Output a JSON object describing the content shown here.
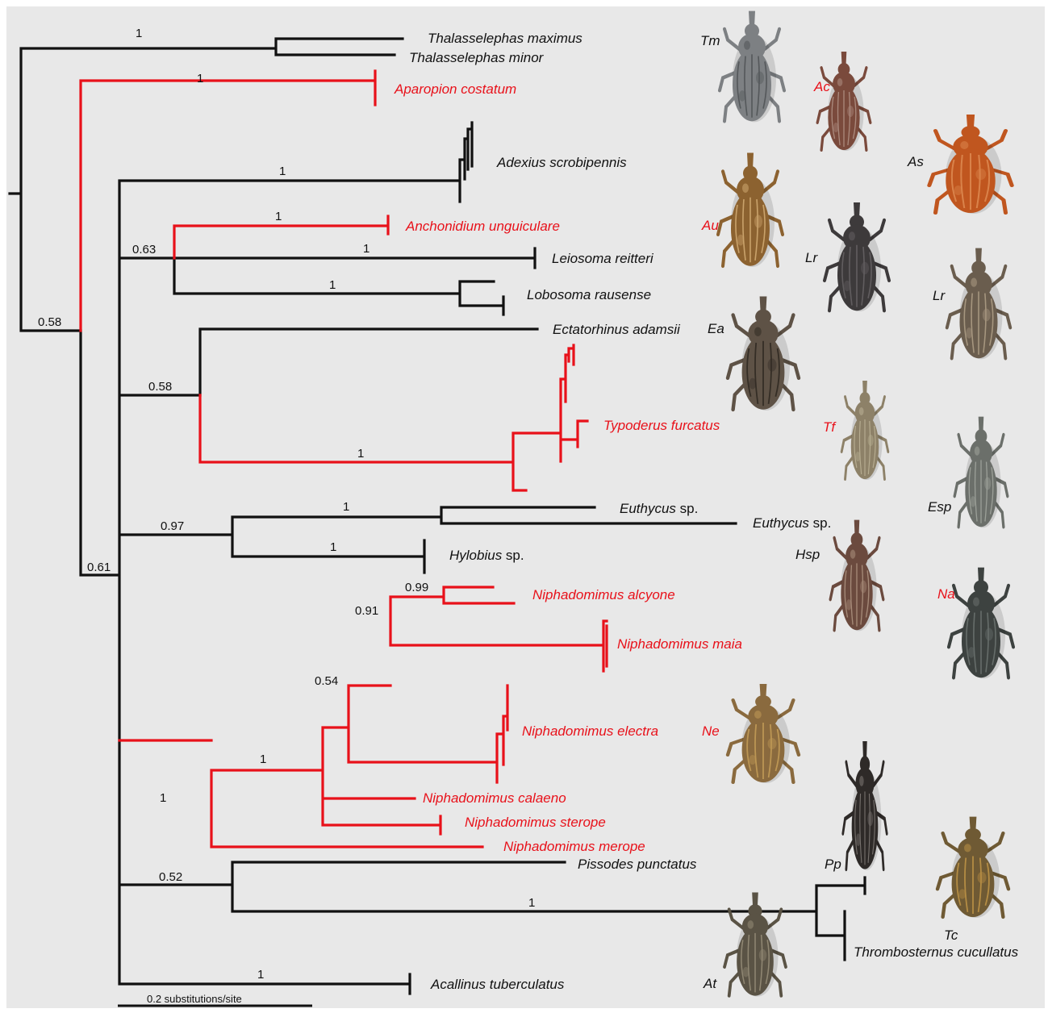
{
  "colors": {
    "background": "#e8e8e8",
    "highlight": "#e8111a",
    "default": "#111111"
  },
  "taxa": {
    "t01": {
      "name": "Thalasselephas maximus",
      "suffix": "",
      "color": "#111111"
    },
    "t02": {
      "name": "Thalasselephas minor",
      "suffix": "",
      "color": "#111111"
    },
    "t03": {
      "name": "Aparopion costatum",
      "suffix": "",
      "color": "#e8111a"
    },
    "t04": {
      "name": "Adexius scrobipennis",
      "suffix": "",
      "color": "#111111"
    },
    "t05": {
      "name": "Anchonidium unguiculare",
      "suffix": "",
      "color": "#e8111a"
    },
    "t06": {
      "name": "Leiosoma reitteri",
      "suffix": "",
      "color": "#111111"
    },
    "t07": {
      "name": "Lobosoma rausense",
      "suffix": "",
      "color": "#111111"
    },
    "t08": {
      "name": "Ectatorhinus adamsii",
      "suffix": "",
      "color": "#111111"
    },
    "t09": {
      "name": "Typoderus furcatus",
      "suffix": "",
      "color": "#e8111a"
    },
    "t10": {
      "name": "Euthycus",
      "suffix": " sp.",
      "color": "#111111"
    },
    "t11": {
      "name": "Euthycus",
      "suffix": " sp.",
      "color": "#111111"
    },
    "t12": {
      "name": "Hylobius",
      "suffix": " sp.",
      "color": "#111111"
    },
    "t13": {
      "name": "Niphadomimus alcyone",
      "suffix": "",
      "color": "#e8111a"
    },
    "t14": {
      "name": "Niphadomimus maia",
      "suffix": "",
      "color": "#e8111a"
    },
    "t15": {
      "name": "Niphadomimus electra",
      "suffix": "",
      "color": "#e8111a"
    },
    "t16": {
      "name": "Niphadomimus calaeno",
      "suffix": "",
      "color": "#e8111a"
    },
    "t17": {
      "name": "Niphadomimus sterope",
      "suffix": "",
      "color": "#e8111a"
    },
    "t18": {
      "name": "Niphadomimus merope",
      "suffix": "",
      "color": "#e8111a"
    },
    "t19": {
      "name": "Pissodes punctatus",
      "suffix": "",
      "color": "#111111"
    },
    "t20": {
      "name": "Thrombosternus cucullatus",
      "suffix": "",
      "color": "#111111"
    },
    "t21": {
      "name": "Acallinus tuberculatus",
      "suffix": "",
      "color": "#111111"
    }
  },
  "support_values": {
    "s01": "1",
    "s02": "1",
    "s03": "0.58",
    "s04": "1",
    "s05": "1",
    "s06": "0.63",
    "s07": "1",
    "s08": "1",
    "s09": "0.58",
    "s10": "1",
    "s11": "0.97",
    "s12": "1",
    "s13": "1",
    "s14": "0.61",
    "s15": "0.99",
    "s16": "0.91",
    "s17": "0.54",
    "s18": "1",
    "s19": "1",
    "s20": "0.52",
    "s21": "1",
    "s22": "1"
  },
  "specimens": {
    "p01": {
      "abbr": "Tm",
      "color": "#111111",
      "body": "#7d8083",
      "pattern": "#4a4d50"
    },
    "p02": {
      "abbr": "Ac",
      "color": "#e8111a",
      "body": "#7a4a3c",
      "pattern": "#b79a8e"
    },
    "p03": {
      "abbr": "As",
      "color": "#111111",
      "body": "#c0561f",
      "pattern": "#e08e55"
    },
    "p04": {
      "abbr": "Au",
      "color": "#e8111a",
      "body": "#8c6230",
      "pattern": "#d9b27a"
    },
    "p05": {
      "abbr": "Lr",
      "color": "#111111",
      "body": "#3d3a3b",
      "pattern": "#6a6668"
    },
    "p06": {
      "abbr": "Lr",
      "color": "#111111",
      "body": "#6a5d4e",
      "pattern": "#b5a58c"
    },
    "p07": {
      "abbr": "Ea",
      "color": "#111111",
      "body": "#5e5246",
      "pattern": "#2a241e"
    },
    "p08": {
      "abbr": "Tf",
      "color": "#e8111a",
      "body": "#8d8168",
      "pattern": "#c2b89c"
    },
    "p09": {
      "abbr": "Esp",
      "color": "#111111",
      "body": "#6b6f6a",
      "pattern": "#a8aca4"
    },
    "p10": {
      "abbr": "Hsp",
      "color": "#111111",
      "body": "#6b4a3e",
      "pattern": "#b59c88"
    },
    "p11": {
      "abbr": "Na",
      "color": "#e8111a",
      "body": "#3d4240",
      "pattern": "#717875"
    },
    "p12": {
      "abbr": "Ne",
      "color": "#e8111a",
      "body": "#8a6a3e",
      "pattern": "#c9a25a"
    },
    "p13": {
      "abbr": "Pp",
      "color": "#111111",
      "body": "#2e2a28",
      "pattern": "#8a8480"
    },
    "p14": {
      "abbr": "Tc",
      "color": "#111111",
      "body": "#6f5a34",
      "pattern": "#c79a48"
    },
    "p15": {
      "abbr": "At",
      "color": "#111111",
      "body": "#5a5345",
      "pattern": "#9e957f"
    }
  },
  "scale_bar": {
    "label": "0.2 substitutions/site"
  }
}
